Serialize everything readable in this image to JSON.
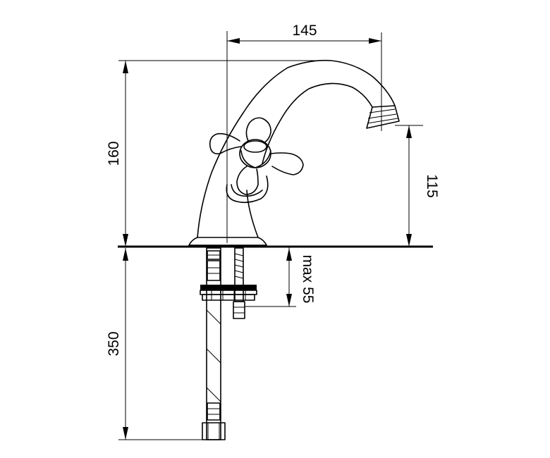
{
  "dimensions": {
    "width_top": "145",
    "height_total": "160",
    "spout_height": "115",
    "max_thickness": "max 55",
    "hose_length": "350"
  }
}
